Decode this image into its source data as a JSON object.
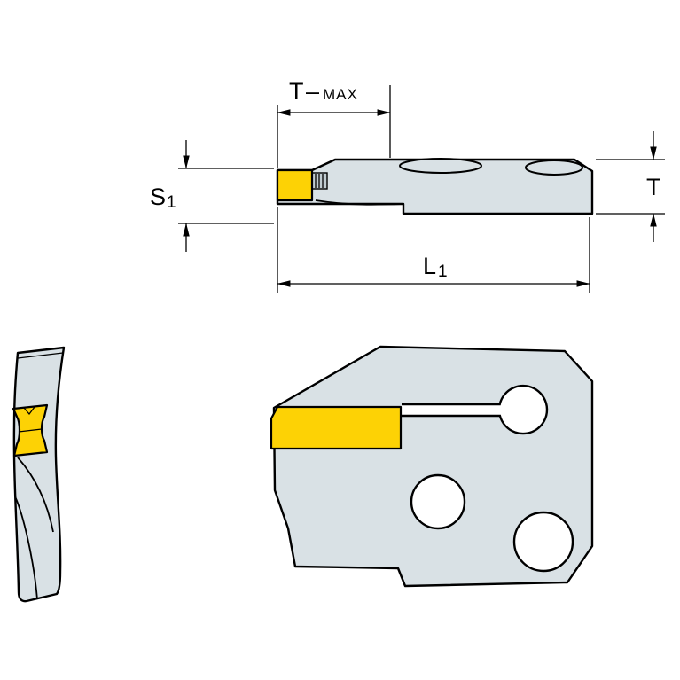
{
  "colors": {
    "background": "#ffffff",
    "body": "#d9e1e5",
    "body_edge": "#000000",
    "insert": "#fdd205",
    "detail": "#c0cbd0"
  },
  "dimensions": {
    "t_max": {
      "main": "T",
      "dash": "–",
      "sub": "MAX"
    },
    "s1": {
      "main": "S",
      "sub": "1"
    },
    "t": {
      "main": "T"
    },
    "l1": {
      "main": "L",
      "sub": "1"
    }
  }
}
